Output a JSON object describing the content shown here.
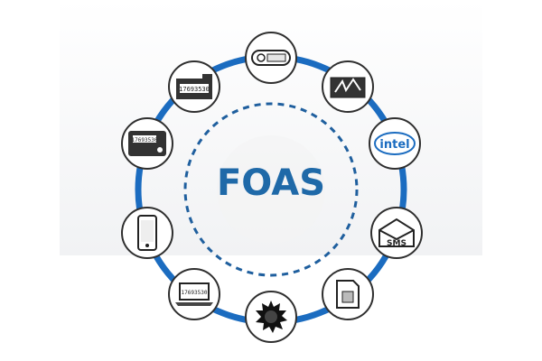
{
  "title": "FOAS",
  "colors": {
    "ring": "#1b6cc0",
    "dashed": "#1f5f9e",
    "node_border": "#2f2f2f",
    "text": "#1f69a8"
  },
  "nodes": [
    {
      "name": "usb-token-icon",
      "label": ""
    },
    {
      "name": "card-icon",
      "label": ""
    },
    {
      "name": "intel-logo-icon",
      "label": "intel"
    },
    {
      "name": "sms-icon",
      "label": "SMS"
    },
    {
      "name": "sim-card-icon",
      "label": ""
    },
    {
      "name": "gear-seal-icon",
      "label": ""
    },
    {
      "name": "laptop-icon",
      "label": ""
    },
    {
      "name": "smartphone-icon",
      "label": ""
    },
    {
      "name": "display-card-icon",
      "label": ""
    },
    {
      "name": "token-card-icon",
      "label": ""
    }
  ],
  "otp_code": "17693530"
}
